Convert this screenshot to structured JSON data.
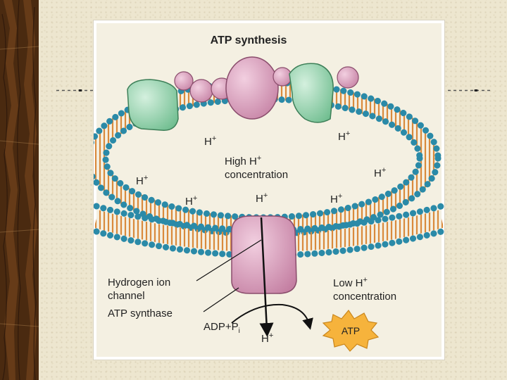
{
  "figure": {
    "title": "ATP synthesis",
    "labels": {
      "proton": "H",
      "charge": "+",
      "high_h_line1": "High H",
      "high_h_line2": "concentration",
      "low_h_line1": "Low H",
      "low_h_line2": "concentration",
      "channel_line1": "Hydrogen ion",
      "channel_line2": "channel",
      "synthase": "ATP synthase",
      "adp": "ADP+P",
      "adp_sub": "i",
      "atp": "ATP"
    }
  },
  "colors": {
    "wood": "#4a2a10",
    "slide_bg": "#ede6cf",
    "panel_bg": "#f4f0e2",
    "lipid_head": "#2a8aa8",
    "lipid_tail": "#d98a3c",
    "protein_pink": "#d9a6c0",
    "protein_green": "#9fd6b4",
    "atp_star": "#f6b33c"
  },
  "icons": [
    "phospholipid-bilayer",
    "atp-synthase-protein",
    "proton-arrow",
    "atp-burst"
  ]
}
